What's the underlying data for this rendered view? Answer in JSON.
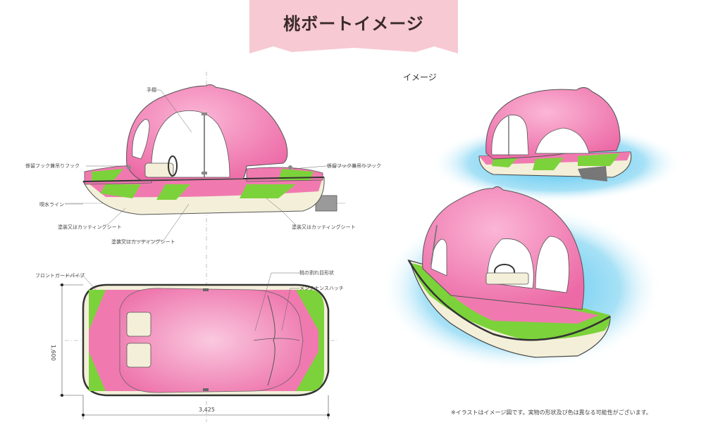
{
  "header": {
    "title": "桃ボートイメージ"
  },
  "image_label": "イメージ",
  "footnote": "※イラストはイメージ図です。実物の形状及び色は異なる可能性がございます。",
  "side_view": {
    "labels": {
      "handrail": "手摺",
      "hook_left": "係留フック兼吊りフック",
      "hook_right": "係留フック兼吊りフック",
      "waterline": "喫水ライン",
      "sheet_left": "塗装又はカッティングシート",
      "sheet_right": "塗装又はカッティングシート",
      "sheet_bottom": "塗装又はカッティングシート"
    }
  },
  "top_view": {
    "labels": {
      "front_guard": "フロントガードパイプ",
      "peach_crack": "桃の割れ目形状",
      "hatch": "メンテナンスハッチ"
    },
    "dimensions": {
      "width": "1,600",
      "length": "3,425"
    }
  },
  "colors": {
    "peach_pink": "#f07ab0",
    "leaf_green": "#7cd23a",
    "hull_cream": "#f3efd9",
    "banner_pink": "#f7c9d3",
    "water_blue": "#4fc3ee"
  }
}
